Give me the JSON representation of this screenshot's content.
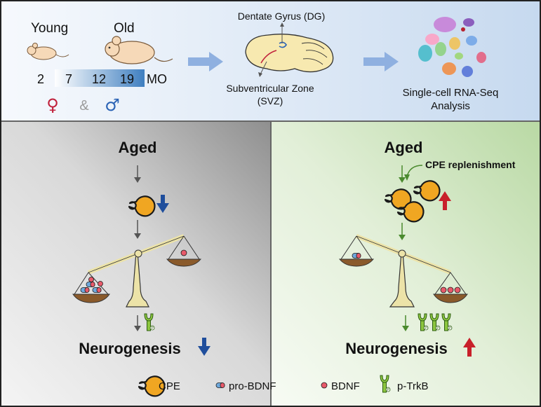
{
  "top": {
    "young_label": "Young",
    "old_label": "Old",
    "age_ticks": [
      "2",
      "7",
      "12",
      "19"
    ],
    "age_unit": "MO",
    "female_symbol": "♀",
    "ampersand": "&",
    "male_symbol": "♂",
    "dg_label": "Dentate Gyrus (DG)",
    "svz_label_line1": "Subventricular Zone",
    "svz_label_line2": "(SVZ)",
    "analysis_line1": "Single-cell RNA-Seq",
    "analysis_line2": "Analysis"
  },
  "left_panel": {
    "title": "Aged",
    "outcome": "Neurogenesis"
  },
  "right_panel": {
    "title": "Aged",
    "intervention": "CPE replenishment",
    "outcome": "Neurogenesis"
  },
  "legend": {
    "cpe": "CPE",
    "pro_bdnf": "pro-BDNF",
    "bdnf": "BDNF",
    "ptrkb": "p-TrkB"
  },
  "colors": {
    "cpe_fill": "#f0a622",
    "down_arrow": "#1f4e9c",
    "up_arrow": "#c8202a",
    "female": "#c0203b",
    "male": "#2b63b5",
    "ampersand": "#9a9a9a",
    "receptor": "#8dc63f",
    "bdnf": "#e85a6a",
    "pro_bdnf": "#6fa8dc",
    "scale": "#ece3a8",
    "pan": "#8a5a2b",
    "green_arrow": "#4a8a2e"
  }
}
